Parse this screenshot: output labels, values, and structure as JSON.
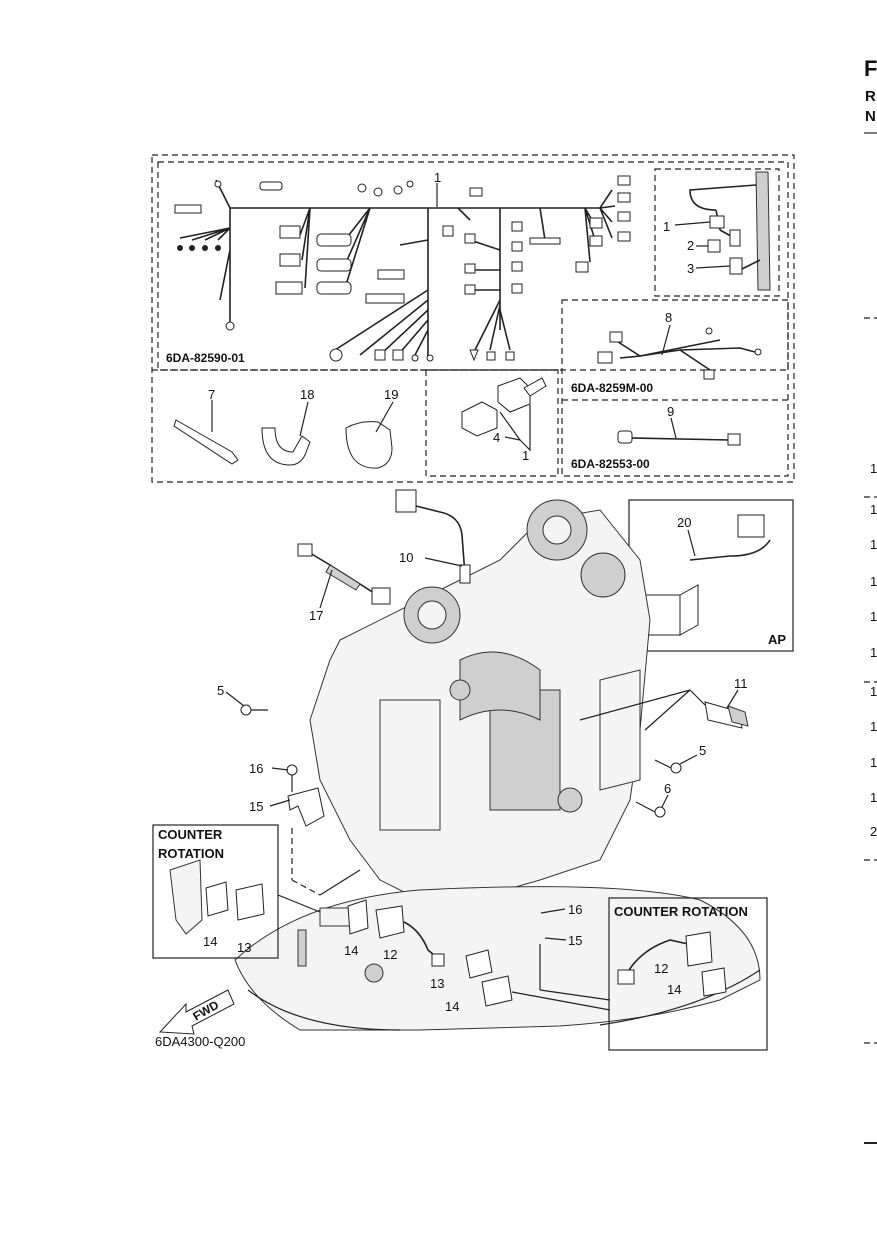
{
  "edge_text": {
    "top_letter": "F",
    "row_r": "R",
    "row_n": "N",
    "side_digits": [
      "1",
      "1",
      "1",
      "1",
      "1",
      "1",
      "1",
      "1",
      "1",
      "1",
      "2"
    ]
  },
  "codes": {
    "harness_main": "6DA-82590-01",
    "harness_sub": "6DA-8259M-00",
    "harness_lead": "6DA-82553-00",
    "figure_code": "6DA4300-Q200"
  },
  "boxes": {
    "counter_rotation_left_line1": "COUNTER",
    "counter_rotation_left_line2": "ROTATION",
    "counter_rotation_right": "COUNTER ROTATION",
    "ap_label": "AP",
    "fwd_label": "FWD"
  },
  "callouts": {
    "c1_top": "1",
    "c1_right": "1",
    "c2": "2",
    "c3": "3",
    "c8": "8",
    "c7": "7",
    "c18": "18",
    "c19": "19",
    "c4": "4",
    "c1_relay": "1",
    "c9": "9",
    "c20": "20",
    "c10": "10",
    "c17": "17",
    "c11": "11",
    "c5_left": "5",
    "c5_right": "5",
    "c6": "6",
    "c16_left": "16",
    "c15_left": "15",
    "c14_box": "14",
    "c13_box": "13",
    "c14_mid": "14",
    "c12_mid": "12",
    "c16_right": "16",
    "c15_right": "15",
    "c13_bot": "13",
    "c14_bot": "14",
    "c12_box": "12",
    "c14_rbox": "14"
  }
}
